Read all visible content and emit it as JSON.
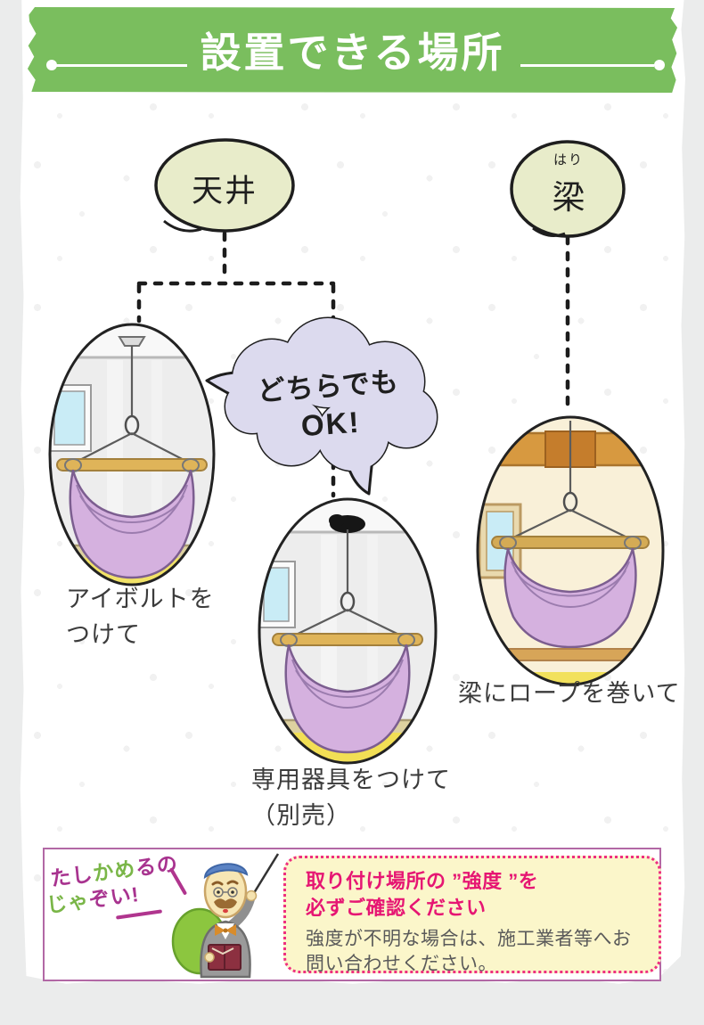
{
  "header": {
    "title": "設置できる場所"
  },
  "bubbles": {
    "ceiling": {
      "label": "天井"
    },
    "beam": {
      "furigana": "はり",
      "label": "梁"
    },
    "cloud": {
      "line1": "どちらでも",
      "line2": "OK!"
    }
  },
  "captions": {
    "eyebolt": {
      "line1": "アイボルトを",
      "line2": "つけて"
    },
    "device": {
      "line1": "専用器具をつけて",
      "line2": "（別売）"
    },
    "beam_rope": {
      "line1": "梁にロープを巻いて"
    }
  },
  "notice": {
    "mascot": {
      "seg1": "たし",
      "seg2": "かめ",
      "seg3": "るの",
      "seg4": "じゃ",
      "seg5": "ぞい!"
    },
    "warning": {
      "title_line1": "取り付け場所の ”強度 ”を",
      "title_line2": "必ずご確認ください",
      "body": "強度が不明な場合は、施工業者等へお問い合わせください。"
    }
  },
  "colors": {
    "banner_green": "#7abe5e",
    "bubble_fill": "#e8ecca",
    "cloud_fill": "#dcdaee",
    "warning_pink": "#e61673",
    "warning_bg": "#fbf6ca",
    "hammock_purple": "#d5b1df"
  }
}
